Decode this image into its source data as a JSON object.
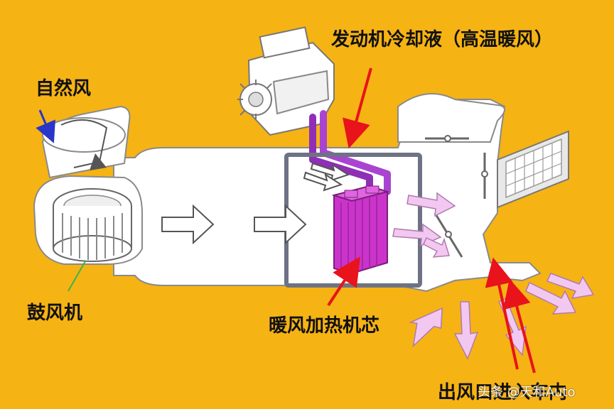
{
  "labels": {
    "natural_air": "自然风",
    "blower": "鼓风机",
    "coolant": "发动机冷却液（高温暖风）",
    "heater_core": "暖风加热机芯",
    "outlet": "出风口进入车内"
  },
  "watermark": "头条 @天和Auto",
  "colors": {
    "background": "#F6B314",
    "housing": "#FFFFFF",
    "outline": "#8A8A8A",
    "heater_core": "#CC33CC",
    "coolant_pipe": "#8E2FB5",
    "airflow_arrow": "#F2C8F0",
    "pointer": "#E8131B",
    "highlight_box": "#6E7285",
    "pointer_blue": "#2A35C9",
    "pointer_green": "#3AB54A"
  }
}
